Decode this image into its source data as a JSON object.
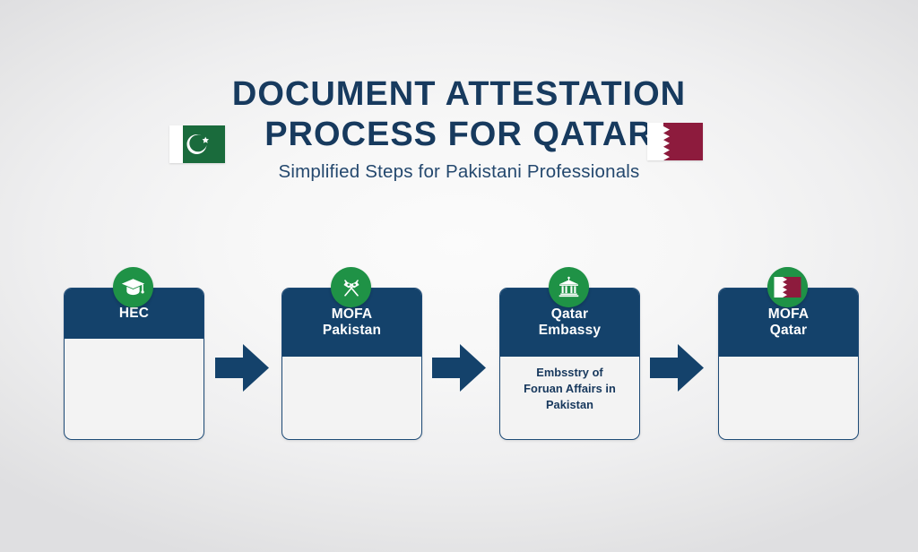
{
  "header": {
    "title_line_1": "DOCUMENT ATTESTATION",
    "title_line_2": "PROCESS FOR QATAR",
    "subtitle": "Simplified Steps for Pakistani Professionals",
    "flag_left": "pakistan-flag",
    "flag_right": "qatar-flag"
  },
  "colors": {
    "navy": "#14426b",
    "navy_text": "#173a5e",
    "green": "#1f9246",
    "pakistan_green": "#1a6b3c",
    "qatar_maroon": "#8d1b3d",
    "box_body": "#f3f3f3",
    "background": "#f2f2f3"
  },
  "steps": [
    {
      "title": "HEC",
      "body": "",
      "icon": "graduation-cap-icon"
    },
    {
      "title": "MOFA\nPakistan",
      "title_line_1": "MOFA",
      "title_line_2": "Pakistan",
      "body": "",
      "icon": "crossed-flags-icon"
    },
    {
      "title": "Qatar\nEmbassy",
      "title_line_1": "Qatar",
      "title_line_2": "Embassy",
      "body": "Embsstry of Foruan Affairs in Pakistan",
      "body_line_1": "Embsstry of",
      "body_line_2": "Foruan Affairs in",
      "body_line_3": "Pakistan",
      "icon": "bank-building-icon"
    },
    {
      "title": "MOFA\nQatar",
      "title_line_1": "MOFA",
      "title_line_2": "Qatar",
      "body": "",
      "icon": "qatar-flag-icon"
    }
  ],
  "arrows": [
    {
      "label": "arrow-step-1-to-2"
    },
    {
      "label": "arrow-step-2-to-3"
    },
    {
      "label": "arrow-step-3-to-4"
    }
  ]
}
